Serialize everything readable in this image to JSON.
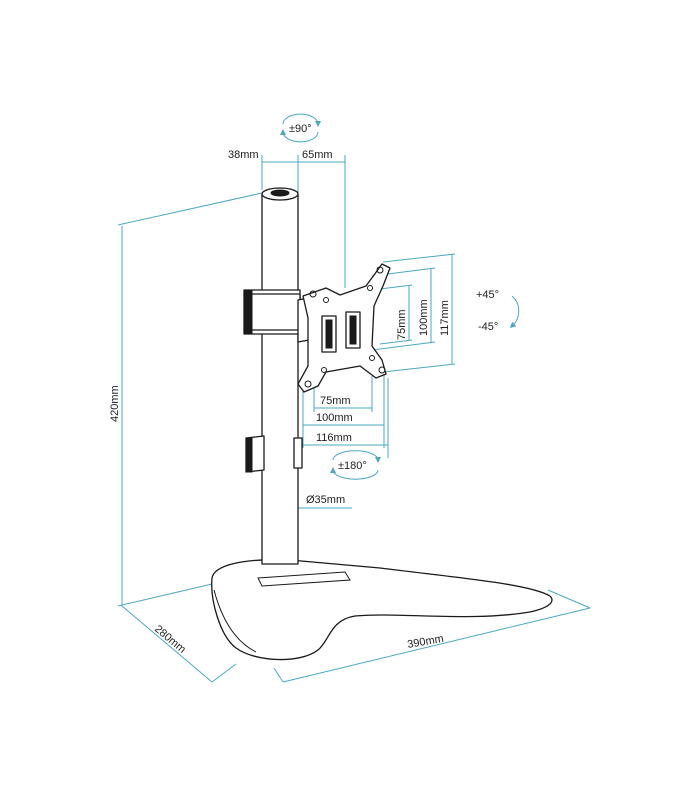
{
  "labels": {
    "rotate_top": "±90°",
    "pole_width": "38mm",
    "arm_offset": "65mm",
    "tilt_up": "+45°",
    "tilt_down": "-45°",
    "vesa_v75": "75mm",
    "vesa_v100": "100mm",
    "plate_height": "117mm",
    "vesa_h75": "75mm",
    "vesa_h100": "100mm",
    "plate_width": "116mm",
    "swivel": "±180°",
    "pole_diameter": "Ø35mm",
    "height": "420mm",
    "depth": "280mm",
    "base_width": "390mm"
  },
  "colors": {
    "dimension_line": "#4aa8c6",
    "outline": "#1a1a1a"
  },
  "icons": [
    "rotate-arrow-icon",
    "tilt-arrow-icon"
  ]
}
